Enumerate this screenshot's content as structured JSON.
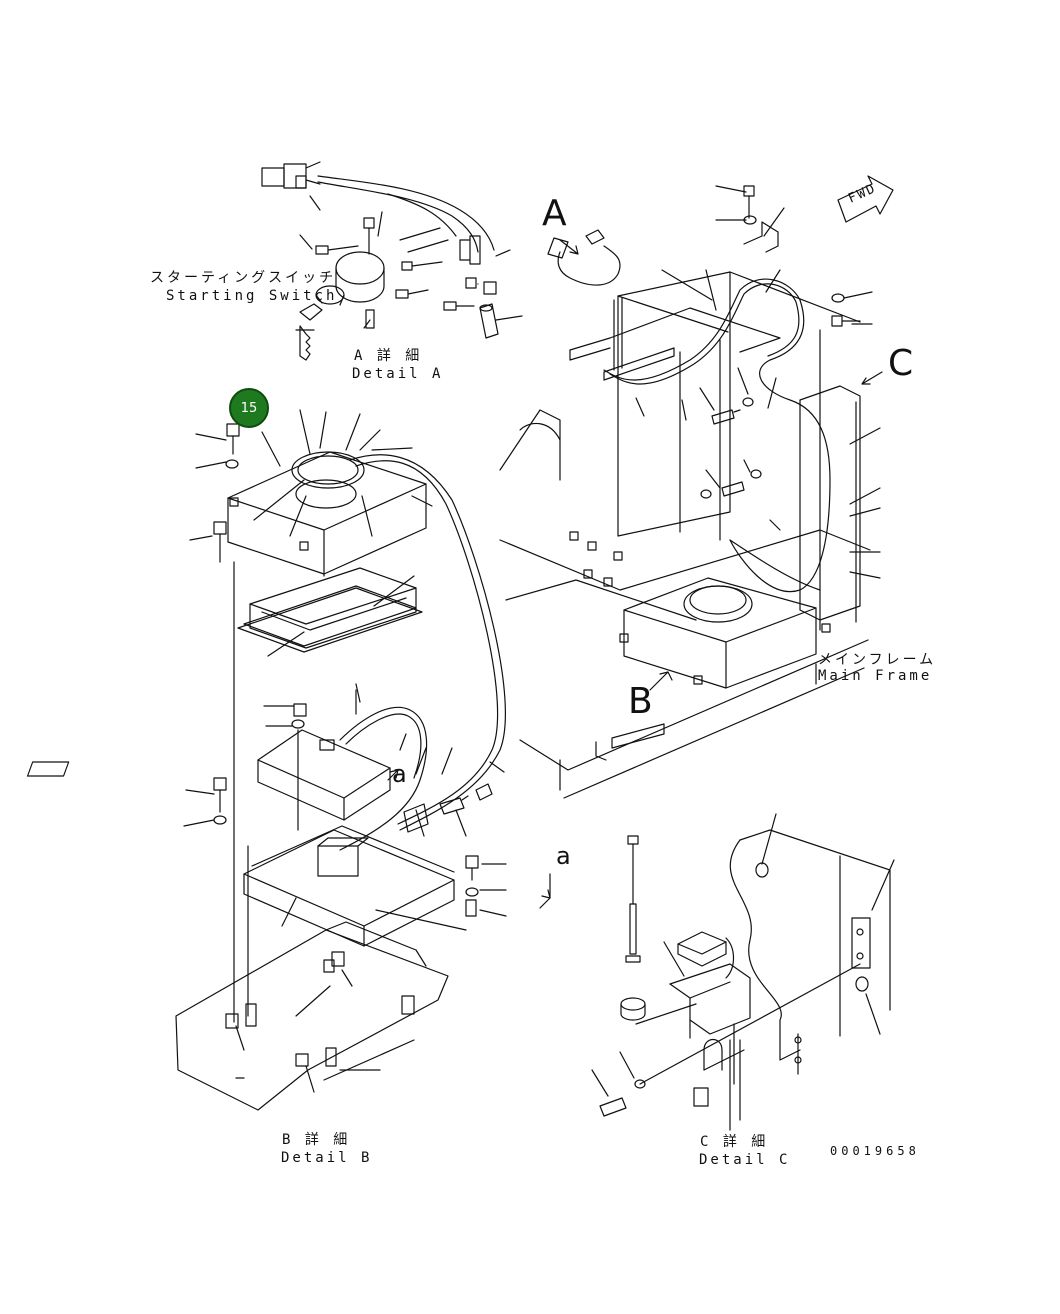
{
  "callout": {
    "number": "15",
    "color": "#1f7a1f"
  },
  "detail_a": {
    "letter": "A",
    "title_jp": "A 詳 細",
    "title_en": "Detail A",
    "starting_switch_jp": "スターティングスイッチ",
    "starting_switch_en": "Starting Switch"
  },
  "detail_b": {
    "letter": "B",
    "title_jp": "B 詳 細",
    "title_en": "Detail B",
    "sub_letter": "a"
  },
  "detail_c": {
    "letter": "C",
    "title_jp": "C 詳 細",
    "title_en": "Detail C"
  },
  "main_frame": {
    "jp": "メインフレーム",
    "en": "Main Frame"
  },
  "fwd": "FWD",
  "drawing_number": "00019658",
  "sub_letter_right": "a"
}
